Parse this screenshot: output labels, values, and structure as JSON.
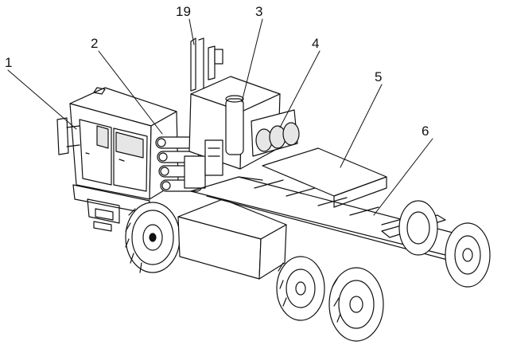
{
  "colors": {
    "ink": "#111111",
    "paper": "#ffffff",
    "shade": "#e6e6e6"
  },
  "callouts": {
    "c1": "1",
    "c2": "2",
    "c19": "19",
    "c3": "3",
    "c4": "4",
    "c5": "5",
    "c6": "6"
  }
}
